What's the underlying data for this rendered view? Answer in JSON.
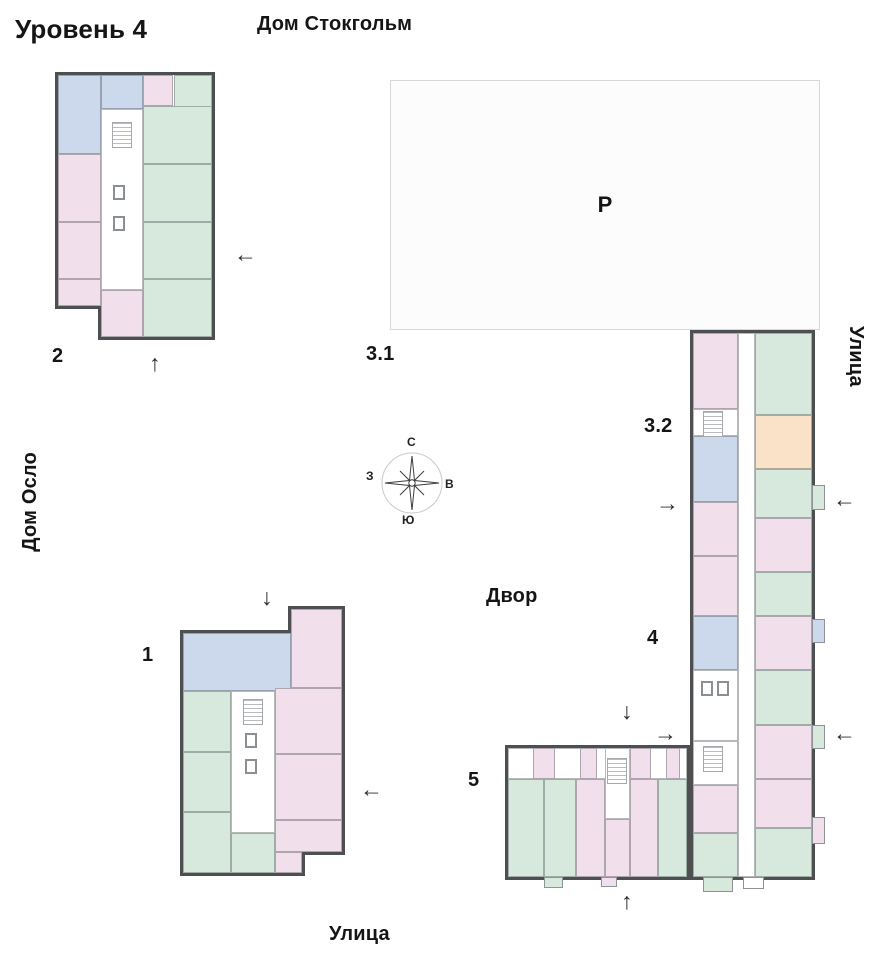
{
  "labels": {
    "level": "Уровень 4",
    "house_stockholm": "Дом Стокгольм",
    "house_oslo": "Дом Осло",
    "street_right": "Улица",
    "street_bottom": "Улица",
    "yard": "Двор",
    "parking": "Р"
  },
  "buildings": {
    "b1": {
      "label": "1"
    },
    "b2": {
      "label": "2"
    },
    "b31": {
      "label": "3.1"
    },
    "b32": {
      "label": "3.2"
    },
    "b4": {
      "label": "4"
    },
    "b5": {
      "label": "5"
    }
  },
  "compass": {
    "north": "С",
    "south": "Ю",
    "west": "З",
    "east": "В"
  },
  "icons": {
    "arrow_up": "↑",
    "arrow_down": "↓",
    "arrow_left": "←",
    "arrow_right": "→"
  },
  "palette": {
    "unit_blue": "#ccd8ec",
    "unit_pink": "#f1dfec",
    "unit_green": "#d7e9dd",
    "unit_orange": "#f9e2c8",
    "wall": "#4d4f51",
    "parking_bg": "#fcfcfc",
    "parking_border": "#d8d8d8"
  }
}
